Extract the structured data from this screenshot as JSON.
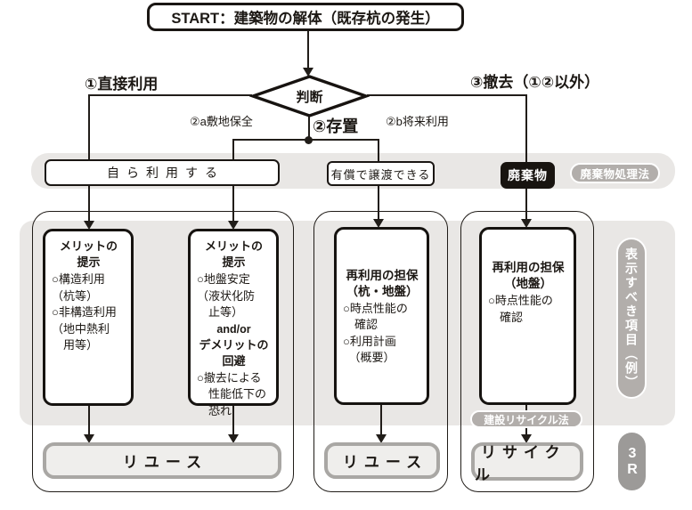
{
  "colors": {
    "band_gray": "#e9e7e5",
    "pill_gray": "#b2aeab",
    "three_r_gray": "#9c9a98",
    "outcome_fill": "#efeeec",
    "outcome_border": "#a9a7a4",
    "ink_black": "#1a1613",
    "waste_box_black": "#181410"
  },
  "start": {
    "label": "START：建築物の解体（既存杭の発生）"
  },
  "decision": {
    "label": "判断"
  },
  "branches": {
    "b1": "①直接利用",
    "b2": "②存置",
    "b2a": "②a敷地保全",
    "b2b": "②b将来利用",
    "b3": "③撤去（①②以外）"
  },
  "band": {
    "self_use": "自ら利用する",
    "paid_transfer": "有償で譲渡できる",
    "waste": "廃棄物",
    "waste_law": "廃棄物処理法"
  },
  "boxes": {
    "merit1": {
      "title": "メリットの\n提示",
      "body": "○構造利用\n（杭等）\n○非構造利用\n（地中熱利\n　用等）"
    },
    "merit2": {
      "title": "メリットの\n提示",
      "body1": "○地盤安定\n（液状化防\n　止等）",
      "connector": "and/or",
      "title2": "デメリットの\n回避",
      "body2": "○撤去による\n　性能低下の\n　恐れ"
    },
    "guarantee_pile": {
      "title": "再利用の担保\n（杭・地盤）",
      "body": "○時点性能の\n　確認\n○利用計画\n　（概要）"
    },
    "guarantee_ground": {
      "title": "再利用の担保\n（地盤）",
      "body": "○時点性能の\n　確認"
    }
  },
  "labels": {
    "recycle_law": "建設リサイクル法",
    "display_items": "表示すべき項目（例）",
    "three_r": "3R"
  },
  "outcomes": {
    "reuse1": "リユース",
    "reuse2": "リユース",
    "recycle": "リサイクル"
  }
}
